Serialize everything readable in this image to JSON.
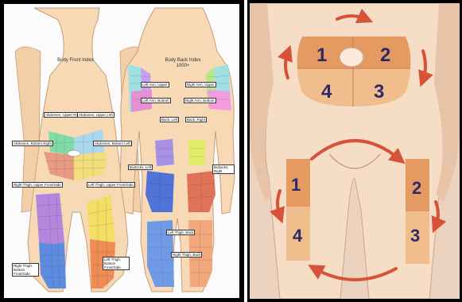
{
  "front": {
    "title": "Body Front Index",
    "labels": {
      "abdomen_upper_right": "Abdomen, Upper Right",
      "abdomen_upper_left": "Abdomen, Upper Left",
      "abdomen_bottom_right": "Abdomen, Bottom Right",
      "abdomen_bottom_left": "Abdomen, Bottom Left",
      "right_thigh_upper": "Right Thigh, Upper Front/Side",
      "left_thigh_upper": "Left Thigh, Upper Front/Side",
      "right_thigh_bottom": "Right Thigh, Bottom Front/Side",
      "left_thigh_bottom": "Left Thigh, Bottom Front/Side"
    }
  },
  "back": {
    "title_line1": "Body Back Index",
    "title_line2": "1000+",
    "labels": {
      "left_arm_upper": "Left Arm, Upper",
      "right_arm_upper": "Right Arm, Upper",
      "left_arm_bottom": "Left Arm, Bottom",
      "right_arm_bottom": "Right Arm, Bottom",
      "back_left": "Back, Left",
      "back_right": "Back, Right",
      "buttocks_left": "Buttocks, Left",
      "buttocks_right": "Buttocks, Right",
      "left_thigh_back": "Left Thigh, Back",
      "right_thigh_back": "Right Thigh, Back"
    }
  },
  "rotation": {
    "abdomen": [
      "1",
      "2",
      "4",
      "3"
    ],
    "right_thigh": [
      "1",
      "4"
    ],
    "left_thigh": [
      "2",
      "3"
    ]
  },
  "colors": {
    "skin": "#f7d9b5",
    "zone_dark": "#e59a62",
    "zone_light": "#f0bd8d",
    "arrow": "#d6533a",
    "number": "#2d2a66"
  }
}
